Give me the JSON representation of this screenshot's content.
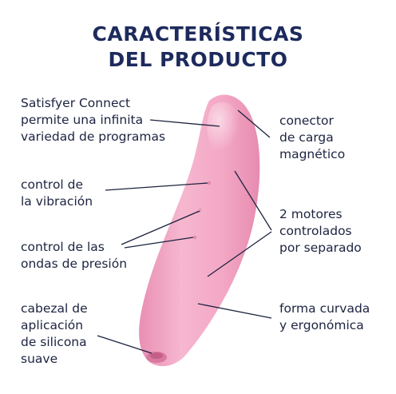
{
  "title": {
    "line1": "CARACTERÍSTICAS",
    "line2": "DEL PRODUCTO"
  },
  "labels": {
    "connect": [
      "Satisfyer Connect",
      "permite una infinita",
      "variedad de programas"
    ],
    "vibration": [
      "control de",
      "la vibración"
    ],
    "waves": [
      "control de las",
      "ondas de presión"
    ],
    "head": [
      "cabezal de",
      "aplicación",
      "de silicona",
      "suave"
    ],
    "charger": [
      "conector",
      "de carga",
      "magnético"
    ],
    "motors": [
      "2 motores",
      "controlados",
      "por separado"
    ],
    "shape": [
      "forma curvada",
      "y ergonómica"
    ]
  },
  "colors": {
    "title": "#1d2a5c",
    "text": "#1c2340",
    "product": "#f2a9c6",
    "leader_lines": "#1c2340"
  }
}
